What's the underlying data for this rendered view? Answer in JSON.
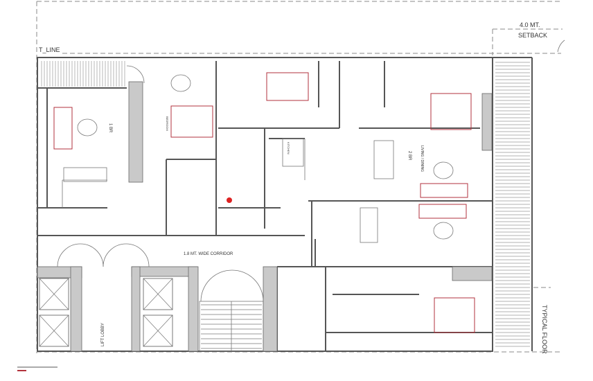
{
  "drawing": {
    "labels": {
      "t_line": "T_LINE",
      "setback_line1": "4.0 MT.",
      "setback_line2": "SETBACK",
      "corridor": "1.8 MT. WIDE CORRIDOR",
      "lift_lobby": "LIFT LOBBY",
      "typical_floor": "TYPICAL FLOOR",
      "unit_1br": "1 BR",
      "unit_2br": "2 BR",
      "living_dining": "LIVING / DINING",
      "bedroom": "BEDROOM",
      "kitchen": "KITCHEN"
    },
    "colors": {
      "walls": "#555555",
      "furniture": "#b2323c",
      "shaded_walls": "#c9c9c9"
    }
  }
}
